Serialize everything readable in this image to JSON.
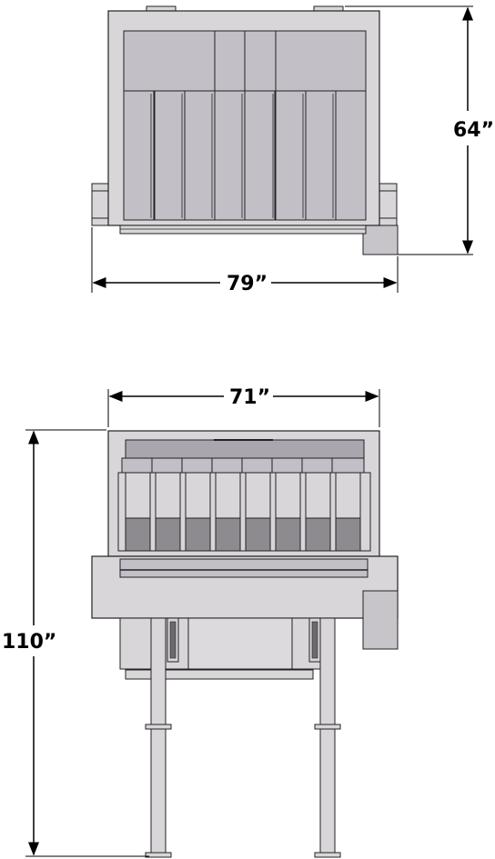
{
  "dimensions": {
    "top_view_height": "64”",
    "top_view_width": "79”",
    "front_view_width": "71”",
    "front_view_height": "110”"
  },
  "colors": {
    "frame": "#d9d6d9",
    "panel": "#c3bfc7",
    "panel_dark": "#b0adb6",
    "bucket_dark": "#8e8b90",
    "line": "#222222"
  }
}
